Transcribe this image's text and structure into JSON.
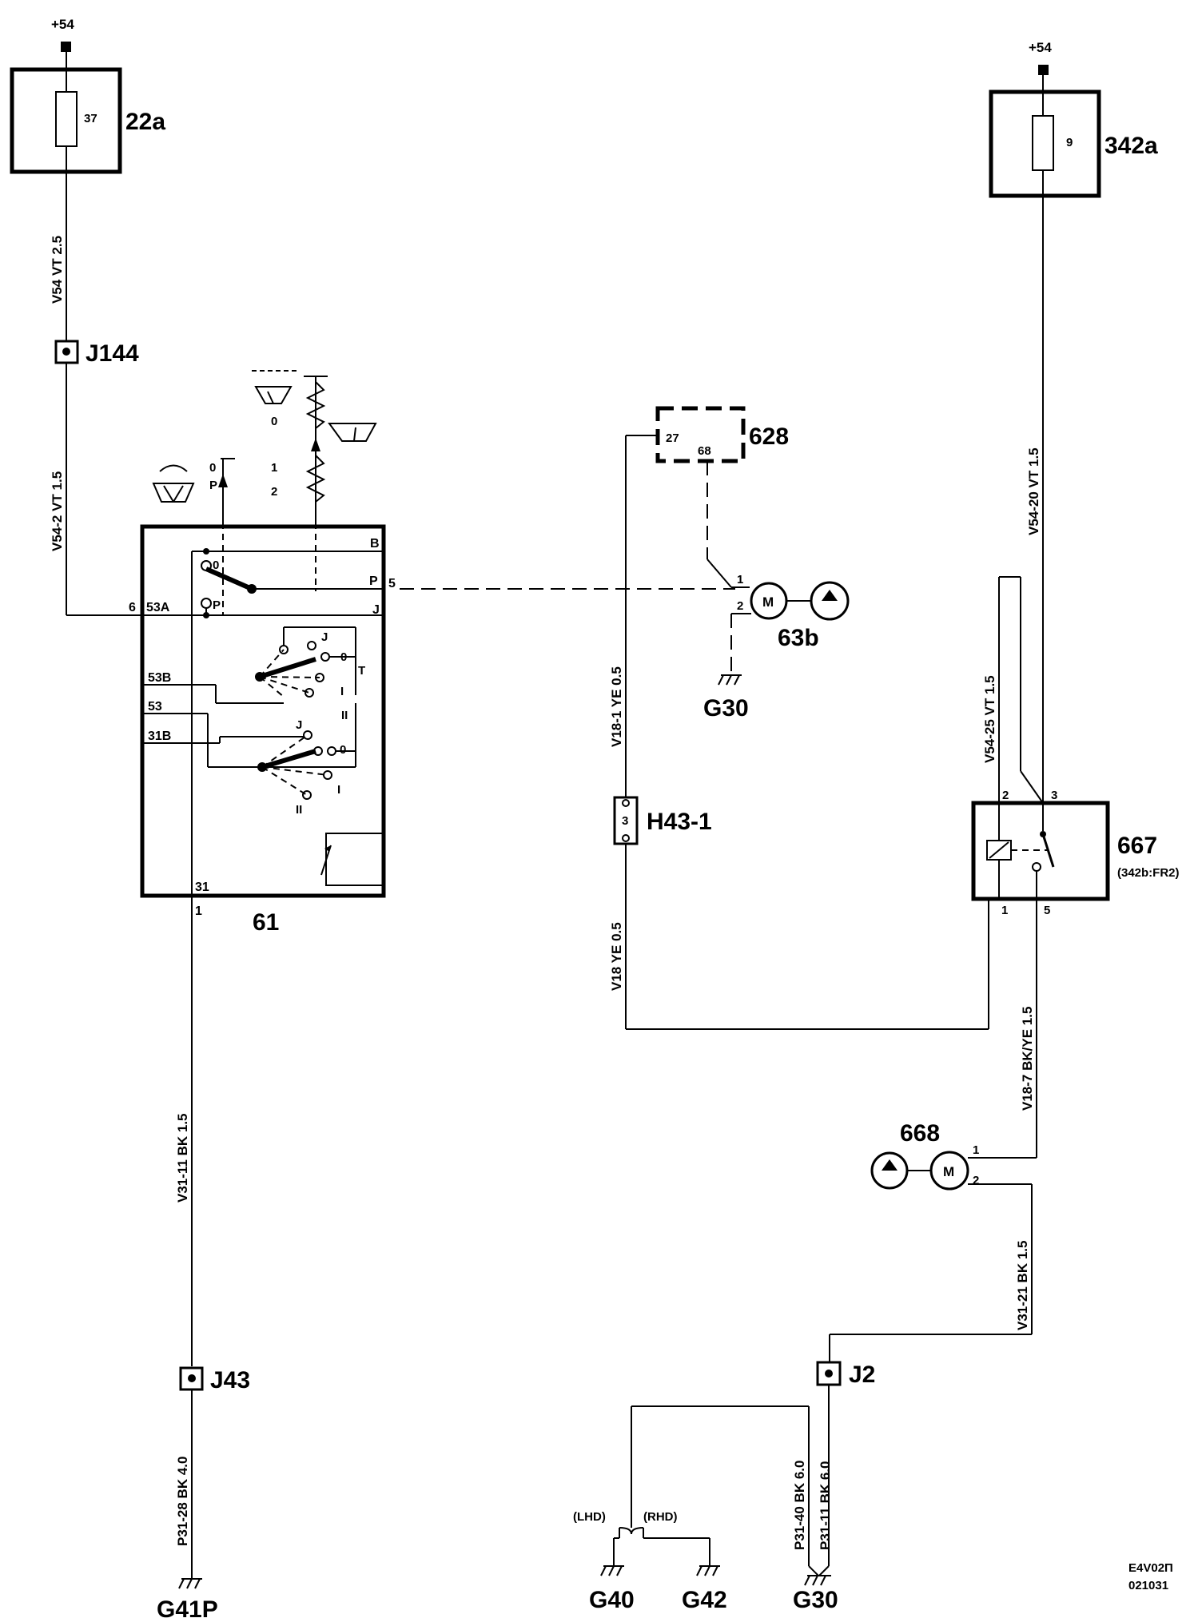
{
  "fuses": [
    {
      "supply": "+54",
      "fuse": "37",
      "box": "22a"
    },
    {
      "supply": "+54",
      "fuse": "9",
      "box": "342a"
    }
  ],
  "connectors": {
    "j144": "J144",
    "j43": "J43",
    "j2": "J2",
    "h43": "H43-1",
    "h43_pin": "3"
  },
  "components": {
    "switch": "61",
    "module628": "628",
    "pump63b": "63b",
    "relay667": "667",
    "relay667_ref": "(342b:FR2)",
    "pump668": "668",
    "motor_symbol": "M"
  },
  "grounds": {
    "g30_top": "G30",
    "g41p": "G41P",
    "g40": "G40",
    "g42": "G42",
    "g30_bottom": "G30",
    "lhd": "(LHD)",
    "rhd": "(RHD)"
  },
  "wires": {
    "v54": "V54  VT  2.5",
    "v54_2": "V54-2  VT  1.5",
    "v31_11": "V31-11  BK  1.5",
    "p31_28": "P31-28  BK  4.0",
    "v18_1": "V18-1  YE  0.5",
    "v18": "V18  YE  0.5",
    "v54_20": "V54-20  VT  1.5",
    "v54_25": "V54-25  VT  1.5",
    "v18_7": "V18-7  BK/YE  1.5",
    "v31_21": "V31-21  BK  1.5",
    "p31_40": "P31-40  BK  6.0",
    "p31_11": "P31-11  BK  6.0"
  },
  "switch_pins": {
    "b": "B",
    "p": "P",
    "p_num": "5",
    "j": "J",
    "pin53a": "53A",
    "pin6": "6",
    "pin53b": "53B",
    "pin53": "53",
    "pin31b": "31B",
    "pin31": "31",
    "pin1": "1",
    "pos0": "0",
    "posP": "P",
    "posJ": "J",
    "posT": "T",
    "posI": "I",
    "posII": "II",
    "posJ2": "J",
    "pos0b": "0",
    "posIb": "I",
    "posIIb": "II",
    "wiper_0": "0",
    "wiper_p": "P",
    "wiper_int0": "0",
    "wiper_1": "1",
    "wiper_2": "2"
  },
  "pins": {
    "m628_27": "27",
    "m628_68": "68",
    "p63b_1": "1",
    "p63b_2": "2",
    "r667_2": "2",
    "r667_3": "3",
    "r667_1": "1",
    "r667_5": "5",
    "p668_1": "1",
    "p668_2": "2"
  },
  "code": {
    "line1": "E4V02П",
    "line2": "021031"
  }
}
